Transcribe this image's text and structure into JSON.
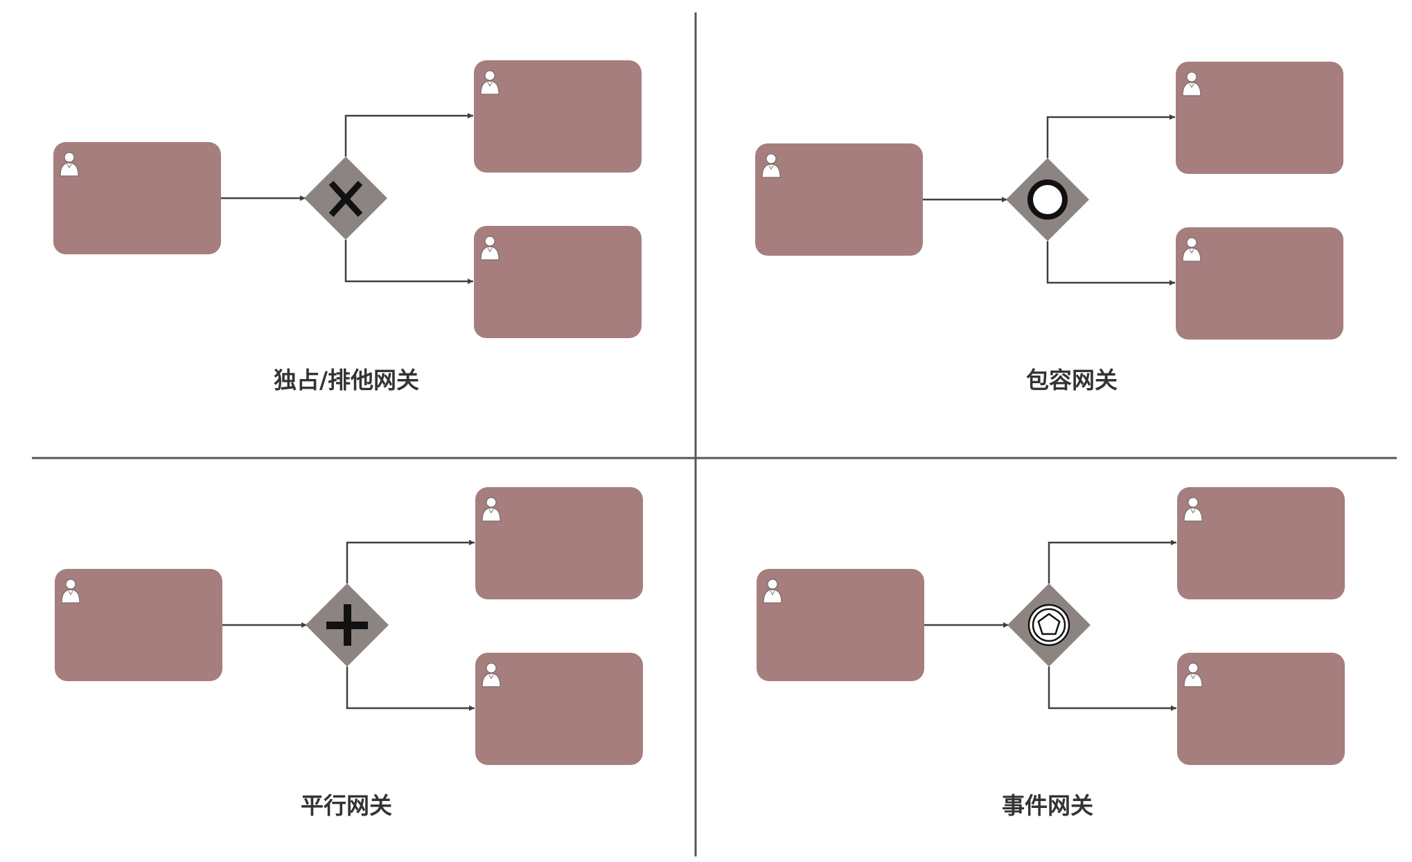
{
  "colors": {
    "task_fill": "#a67e7e",
    "gateway_fill": "#8c8480",
    "flow": "#404040",
    "divider": "#555555",
    "marker": "#111111",
    "user_icon": "#ffffff"
  },
  "panels": [
    {
      "id": "exclusive",
      "gateway_type": "exclusive",
      "marker_icon": "x-marker-icon",
      "caption": "独占/排他网关"
    },
    {
      "id": "inclusive",
      "gateway_type": "inclusive",
      "marker_icon": "circle-marker-icon",
      "caption": "包容网关"
    },
    {
      "id": "parallel",
      "gateway_type": "parallel",
      "marker_icon": "plus-marker-icon",
      "caption": "平行网关"
    },
    {
      "id": "event",
      "gateway_type": "event-based",
      "marker_icon": "pentagon-marker-icon",
      "caption": "事件网关"
    }
  ]
}
